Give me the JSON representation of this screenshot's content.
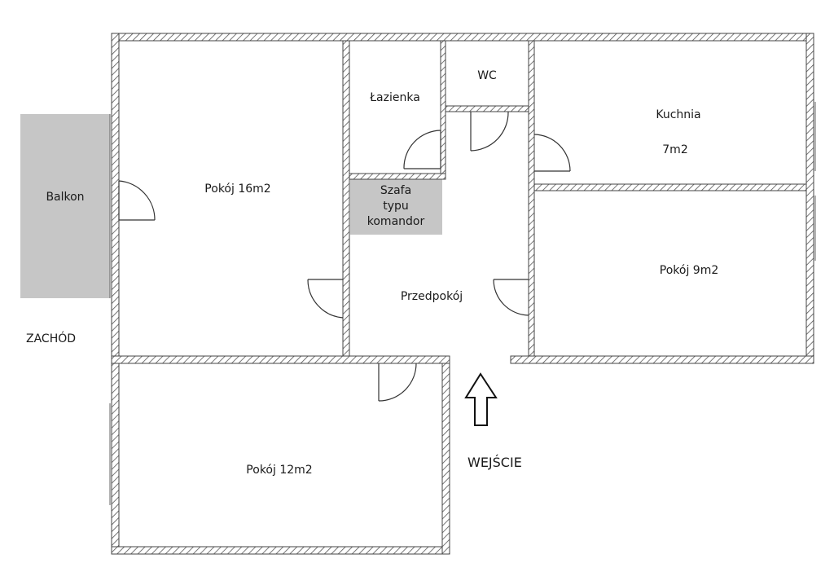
{
  "rooms": {
    "balkon": "Balkon",
    "pokoj16": "Pokój 16m2",
    "lazienka": "Łazienka",
    "wc": "WC",
    "kuchnia": "Kuchnia",
    "kuchnia_area": "7m2",
    "szafa_l1": "Szafa",
    "szafa_l2": "typu",
    "szafa_l3": "komandor",
    "przedpokoj": "Przedpokój",
    "pokoj9": "Pokój 9m2",
    "pokoj12": "Pokój 12m2"
  },
  "compass": {
    "west": "ZACHÓD"
  },
  "entrance": {
    "label": "WEJŚCIE"
  },
  "colors": {
    "wall": "#4a4a4a",
    "gray_fill": "#c6c6c6",
    "text": "#1a1a1a"
  }
}
